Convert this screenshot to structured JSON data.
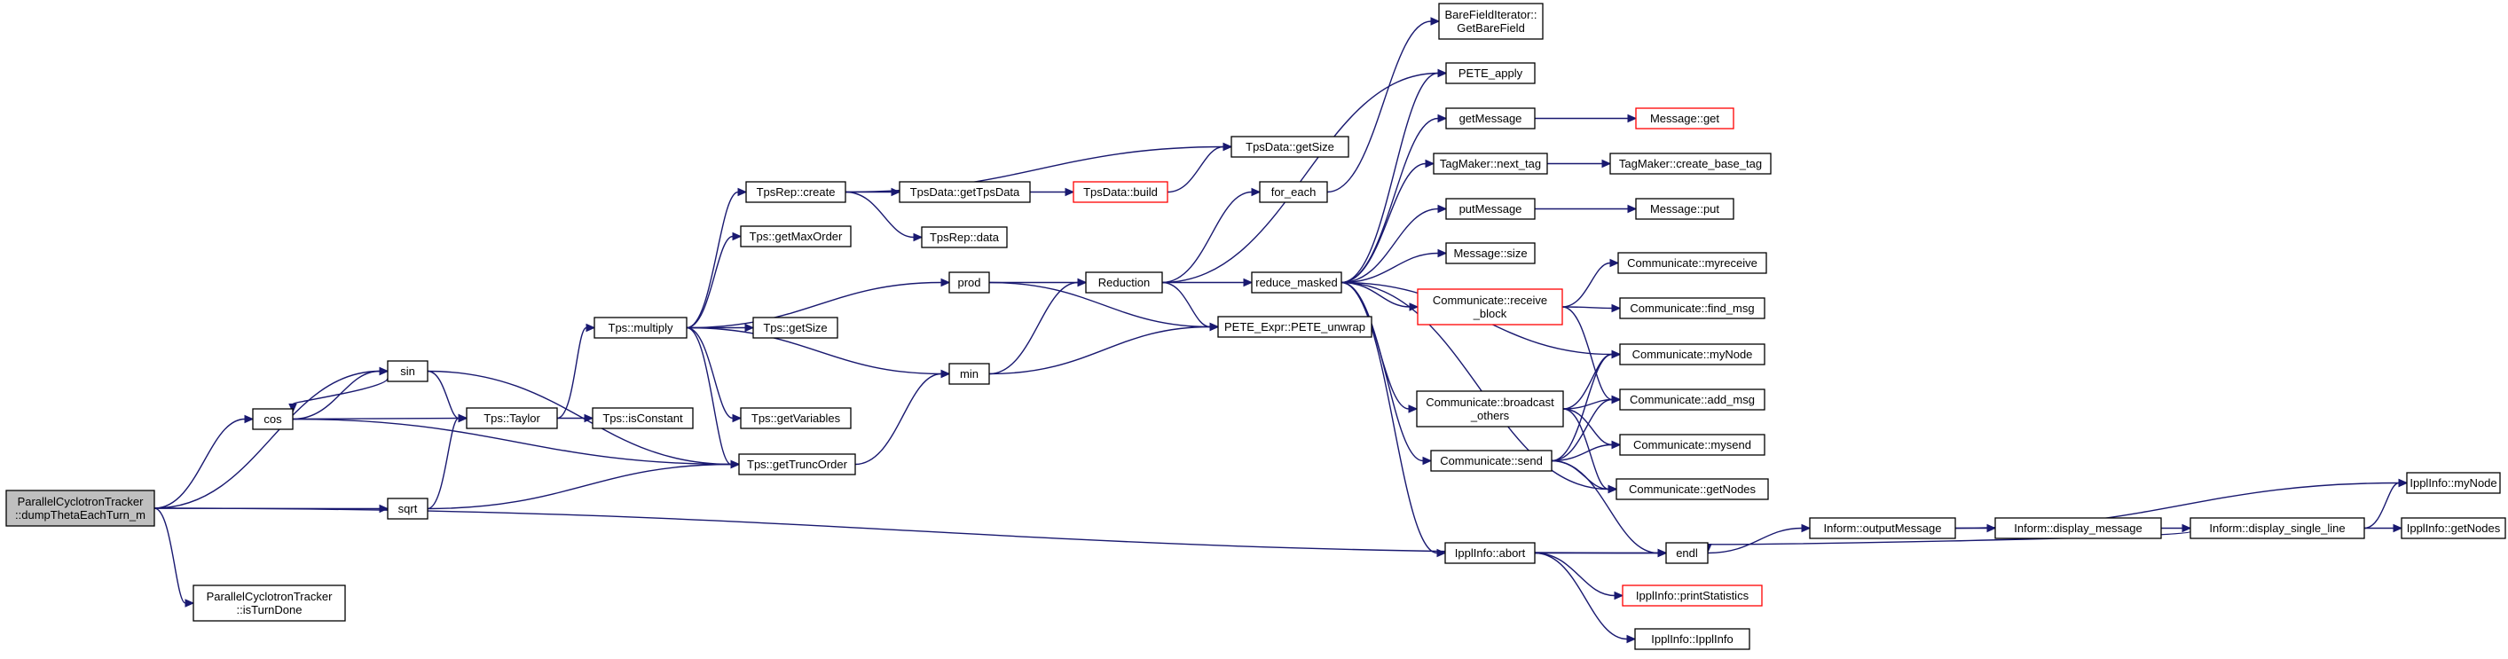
{
  "graph": {
    "edge_color": "#191970",
    "root_fill": "#bfbfbf",
    "truncated_border": "#ff0000",
    "nodes": [
      {
        "id": "root",
        "lines": [
          "ParallelCyclotronTracker",
          "::dumpThetaEachTurn_m"
        ],
        "style": "root"
      },
      {
        "id": "cos",
        "lines": [
          "cos"
        ]
      },
      {
        "id": "sin",
        "lines": [
          "sin"
        ]
      },
      {
        "id": "sqrt",
        "lines": [
          "sqrt"
        ]
      },
      {
        "id": "isTurnDone",
        "lines": [
          "ParallelCyclotronTracker",
          "::isTurnDone"
        ]
      },
      {
        "id": "taylor",
        "lines": [
          "Tps::Taylor"
        ]
      },
      {
        "id": "multiply",
        "lines": [
          "Tps::multiply"
        ]
      },
      {
        "id": "isConstant",
        "lines": [
          "Tps::isConstant"
        ]
      },
      {
        "id": "getTruncOrder",
        "lines": [
          "Tps::getTruncOrder"
        ]
      },
      {
        "id": "tpsrepCreate",
        "lines": [
          "TpsRep::create"
        ]
      },
      {
        "id": "getMaxOrder",
        "lines": [
          "Tps::getMaxOrder"
        ]
      },
      {
        "id": "tpsGetSize",
        "lines": [
          "Tps::getSize"
        ]
      },
      {
        "id": "getVariables",
        "lines": [
          "Tps::getVariables"
        ]
      },
      {
        "id": "prod",
        "lines": [
          "prod"
        ]
      },
      {
        "id": "min",
        "lines": [
          "min"
        ]
      },
      {
        "id": "getTpsData",
        "lines": [
          "TpsData::getTpsData"
        ]
      },
      {
        "id": "tpsrepData",
        "lines": [
          "TpsRep::data"
        ]
      },
      {
        "id": "tpsdataBuild",
        "lines": [
          "TpsData::build"
        ],
        "style": "truncated"
      },
      {
        "id": "tpsdataGetSize",
        "lines": [
          "TpsData::getSize"
        ]
      },
      {
        "id": "reduction",
        "lines": [
          "Reduction"
        ]
      },
      {
        "id": "peteUnwrap",
        "lines": [
          "PETE_Expr::PETE_unwrap"
        ]
      },
      {
        "id": "forEach",
        "lines": [
          "for_each"
        ]
      },
      {
        "id": "reduceMasked",
        "lines": [
          "reduce_masked"
        ]
      },
      {
        "id": "getBareField",
        "lines": [
          "BareFieldIterator::",
          "GetBareField"
        ]
      },
      {
        "id": "peteApply",
        "lines": [
          "PETE_apply"
        ]
      },
      {
        "id": "getMessage",
        "lines": [
          "getMessage"
        ]
      },
      {
        "id": "messageGet",
        "lines": [
          "Message::get"
        ],
        "style": "truncated"
      },
      {
        "id": "nextTag",
        "lines": [
          "TagMaker::next_tag"
        ]
      },
      {
        "id": "createBaseTag",
        "lines": [
          "TagMaker::create_base_tag"
        ]
      },
      {
        "id": "putMessage",
        "lines": [
          "putMessage"
        ]
      },
      {
        "id": "messagePut",
        "lines": [
          "Message::put"
        ]
      },
      {
        "id": "messageSize",
        "lines": [
          "Message::size"
        ]
      },
      {
        "id": "receiveBlock",
        "lines": [
          "Communicate::receive",
          "_block"
        ],
        "style": "truncated"
      },
      {
        "id": "myreceive",
        "lines": [
          "Communicate::myreceive"
        ]
      },
      {
        "id": "findMsg",
        "lines": [
          "Communicate::find_msg"
        ]
      },
      {
        "id": "commMyNode",
        "lines": [
          "Communicate::myNode"
        ]
      },
      {
        "id": "addMsg",
        "lines": [
          "Communicate::add_msg"
        ]
      },
      {
        "id": "broadcastOthers",
        "lines": [
          "Communicate::broadcast",
          "_others"
        ]
      },
      {
        "id": "mysend",
        "lines": [
          "Communicate::mysend"
        ]
      },
      {
        "id": "commSend",
        "lines": [
          "Communicate::send"
        ]
      },
      {
        "id": "commGetNodes",
        "lines": [
          "Communicate::getNodes"
        ]
      },
      {
        "id": "endl",
        "lines": [
          "endl"
        ]
      },
      {
        "id": "outputMessage",
        "lines": [
          "Inform::outputMessage"
        ]
      },
      {
        "id": "displayMessage",
        "lines": [
          "Inform::display_message"
        ]
      },
      {
        "id": "displaySingleLine",
        "lines": [
          "Inform::display_single_line"
        ]
      },
      {
        "id": "ipplMyNode",
        "lines": [
          "IpplInfo::myNode"
        ]
      },
      {
        "id": "ipplGetNodes",
        "lines": [
          "IpplInfo::getNodes"
        ]
      },
      {
        "id": "ipplAbort",
        "lines": [
          "IpplInfo::abort"
        ]
      },
      {
        "id": "printStatistics",
        "lines": [
          "IpplInfo::printStatistics"
        ],
        "style": "truncated"
      },
      {
        "id": "ipplInfoCtor",
        "lines": [
          "IpplInfo::IpplInfo"
        ]
      }
    ],
    "edges": [
      [
        "root",
        "cos"
      ],
      [
        "root",
        "sin"
      ],
      [
        "root",
        "sqrt"
      ],
      [
        "root",
        "isTurnDone"
      ],
      [
        "root",
        "endl"
      ],
      [
        "cos",
        "sin"
      ],
      [
        "sin",
        "cos"
      ],
      [
        "cos",
        "taylor"
      ],
      [
        "cos",
        "getTruncOrder"
      ],
      [
        "sin",
        "taylor"
      ],
      [
        "sin",
        "getTruncOrder"
      ],
      [
        "sqrt",
        "taylor"
      ],
      [
        "sqrt",
        "getTruncOrder"
      ],
      [
        "taylor",
        "multiply"
      ],
      [
        "taylor",
        "isConstant"
      ],
      [
        "multiply",
        "tpsrepCreate"
      ],
      [
        "multiply",
        "getMaxOrder"
      ],
      [
        "multiply",
        "tpsGetSize"
      ],
      [
        "multiply",
        "getVariables"
      ],
      [
        "multiply",
        "prod"
      ],
      [
        "multiply",
        "min"
      ],
      [
        "multiply",
        "getTruncOrder"
      ],
      [
        "getTruncOrder",
        "min"
      ],
      [
        "tpsrepCreate",
        "tpsdataGetSize"
      ],
      [
        "tpsrepCreate",
        "getTpsData"
      ],
      [
        "tpsrepCreate",
        "tpsrepData"
      ],
      [
        "getTpsData",
        "tpsdataBuild"
      ],
      [
        "tpsdataBuild",
        "tpsdataGetSize"
      ],
      [
        "prod",
        "reduction"
      ],
      [
        "prod",
        "peteUnwrap"
      ],
      [
        "min",
        "reduction"
      ],
      [
        "min",
        "peteUnwrap"
      ],
      [
        "reduction",
        "forEach"
      ],
      [
        "reduction",
        "reduceMasked"
      ],
      [
        "reduction",
        "peteApply"
      ],
      [
        "reduction",
        "peteUnwrap"
      ],
      [
        "forEach",
        "getBareField"
      ],
      [
        "reduceMasked",
        "peteApply"
      ],
      [
        "reduceMasked",
        "getMessage"
      ],
      [
        "reduceMasked",
        "nextTag"
      ],
      [
        "reduceMasked",
        "putMessage"
      ],
      [
        "reduceMasked",
        "messageSize"
      ],
      [
        "reduceMasked",
        "receiveBlock"
      ],
      [
        "reduceMasked",
        "commMyNode"
      ],
      [
        "reduceMasked",
        "broadcastOthers"
      ],
      [
        "reduceMasked",
        "commSend"
      ],
      [
        "reduceMasked",
        "commGetNodes"
      ],
      [
        "reduceMasked",
        "ipplAbort"
      ],
      [
        "getMessage",
        "messageGet"
      ],
      [
        "nextTag",
        "createBaseTag"
      ],
      [
        "putMessage",
        "messagePut"
      ],
      [
        "receiveBlock",
        "myreceive"
      ],
      [
        "receiveBlock",
        "findMsg"
      ],
      [
        "receiveBlock",
        "addMsg"
      ],
      [
        "broadcastOthers",
        "commMyNode"
      ],
      [
        "broadcastOthers",
        "addMsg"
      ],
      [
        "broadcastOthers",
        "mysend"
      ],
      [
        "broadcastOthers",
        "commGetNodes"
      ],
      [
        "commSend",
        "commMyNode"
      ],
      [
        "commSend",
        "addMsg"
      ],
      [
        "commSend",
        "mysend"
      ],
      [
        "commSend",
        "commGetNodes"
      ],
      [
        "commSend",
        "endl"
      ],
      [
        "endl",
        "outputMessage"
      ],
      [
        "outputMessage",
        "displayMessage"
      ],
      [
        "outputMessage",
        "ipplMyNode"
      ],
      [
        "displayMessage",
        "displaySingleLine"
      ],
      [
        "displaySingleLine",
        "endl"
      ],
      [
        "displaySingleLine",
        "ipplMyNode"
      ],
      [
        "displaySingleLine",
        "ipplGetNodes"
      ],
      [
        "ipplAbort",
        "endl"
      ],
      [
        "ipplAbort",
        "printStatistics"
      ],
      [
        "ipplAbort",
        "ipplInfoCtor"
      ]
    ]
  }
}
